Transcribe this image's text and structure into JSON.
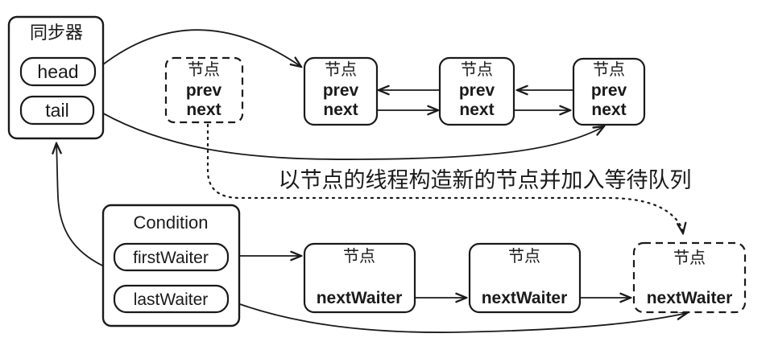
{
  "colors": {
    "ink": "#1a1a1a",
    "background": "#ffffff"
  },
  "synchronizer": {
    "title": "同步器",
    "head_label": "head",
    "tail_label": "tail"
  },
  "sync_queue": {
    "node_title": "节点",
    "prev_label": "prev",
    "next_label": "next"
  },
  "annotation": "以节点的线程构造新的节点并加入等待队列",
  "condition": {
    "title": "Condition",
    "first_waiter_label": "firstWaiter",
    "last_waiter_label": "lastWaiter"
  },
  "wait_queue": {
    "node_title": "节点",
    "next_waiter_label": "nextWaiter"
  }
}
